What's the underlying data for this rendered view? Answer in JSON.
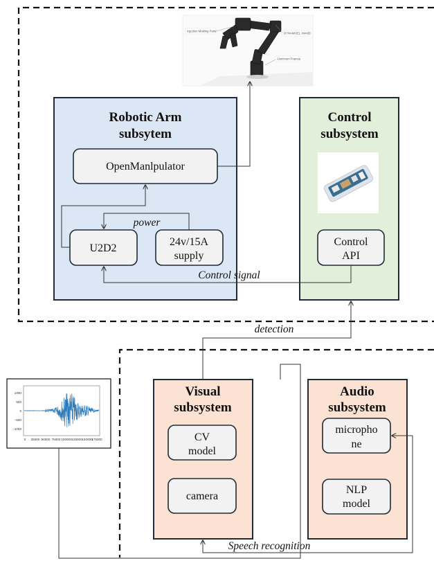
{
  "robotic_arm": {
    "title_line1": "Robotic Arm",
    "title_line2": "subsytem",
    "openmanipulator": "OpenManlpulator",
    "u2d2": "U2D2",
    "supply_line1": "24v/15A",
    "supply_line2": "supply",
    "power_label": "power"
  },
  "control": {
    "title_line1": "Control",
    "title_line2": "subsystem",
    "api_line1": "Control",
    "api_line2": "API",
    "signal_label": "Control signal"
  },
  "robot_photo": {
    "callout_1": "Injection Molding Parts",
    "callout_2": "DYNAMIXEL XM430",
    "callout_3": "Aluminum Frames"
  },
  "detection_label": "detection",
  "visual": {
    "title_line1": "Visual",
    "title_line2": "subsystem",
    "cv_line1": "CV",
    "cv_line2": "model",
    "camera": "camera"
  },
  "audio": {
    "title_line1": "Audio",
    "title_line2": "subsystem",
    "mic_line1": "micropho",
    "mic_line2": "ne",
    "nlp_line1": "NLP",
    "nlp_line2": "model"
  },
  "speech_label": "Speech recognition",
  "waveform_plot": {
    "y_ticks": [
      "1000",
      "500",
      "0",
      "−500",
      "−1000"
    ],
    "x_ticks": [
      "0",
      "25000",
      "50000",
      "75000",
      "100000",
      "125000",
      "150000",
      "175000"
    ]
  },
  "colors": {
    "robotic_fill": "#dbe7f4",
    "control_fill": "#e2efda",
    "subsystem_fill": "#fbe2d3",
    "node_fill": "#f2f2f2",
    "wave": "#2b7bba"
  }
}
